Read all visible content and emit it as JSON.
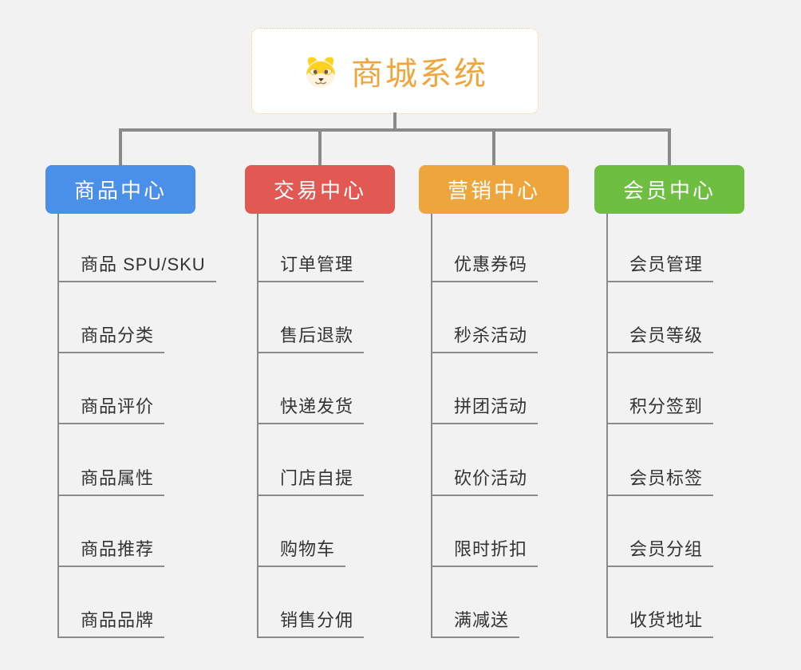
{
  "root": {
    "title": "商城系统",
    "icon": "shiba-dog-face-icon"
  },
  "colors": {
    "background": "#F2F2F2",
    "accent": "#F0A63C",
    "root_border": "#F3C886",
    "connector": "#8A8A8A",
    "leaf_text": "#333333",
    "node_text": "#FFFFFF"
  },
  "branches": [
    {
      "label": "商品中心",
      "color": "#4A90E8",
      "children": [
        "商品 SPU/SKU",
        "商品分类",
        "商品评价",
        "商品属性",
        "商品推荐",
        "商品品牌"
      ]
    },
    {
      "label": "交易中心",
      "color": "#E25852",
      "children": [
        "订单管理",
        "售后退款",
        "快递发货",
        "门店自提",
        "购物车",
        "销售分佣"
      ]
    },
    {
      "label": "营销中心",
      "color": "#EEA63C",
      "children": [
        "优惠券码",
        "秒杀活动",
        "拼团活动",
        "砍价活动",
        "限时折扣",
        "满减送"
      ]
    },
    {
      "label": "会员中心",
      "color": "#6EBE41",
      "children": [
        "会员管理",
        "会员等级",
        "积分签到",
        "会员标签",
        "会员分组",
        "收货地址"
      ]
    }
  ]
}
